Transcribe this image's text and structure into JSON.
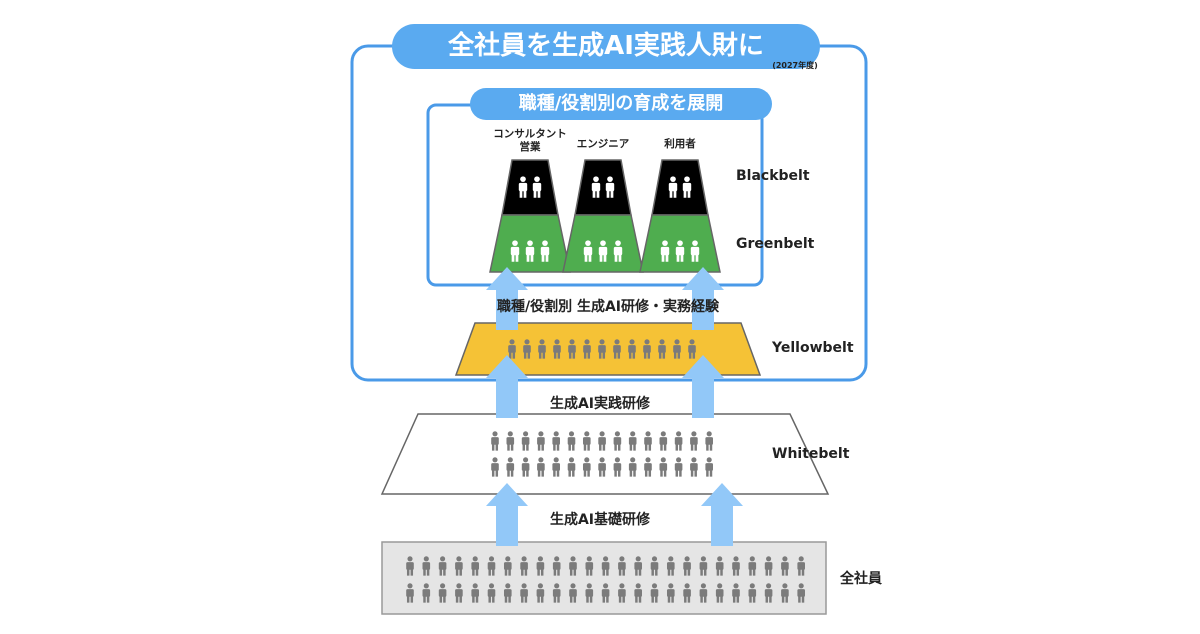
{
  "header": {
    "title": "全社員を生成AI実践人財に",
    "title_note": "(2027年度)",
    "subtitle": "職種/役割別の育成を展開"
  },
  "columns": {
    "consultant": "コンサルタント\n営業",
    "engineer": "エンジニア",
    "user": "利用者"
  },
  "levels": {
    "blackbelt": "Blackbelt",
    "greenbelt": "Greenbelt",
    "yellowbelt": "Yellowbelt",
    "whitebelt": "Whitebelt",
    "all": "全社員"
  },
  "trainings": {
    "role": "職種/役割別 生成AI研修・実務経験",
    "practice": "生成AI実践研修",
    "basic": "生成AI基礎研修"
  },
  "colors": {
    "frame_blue": "#4a9ae8",
    "banner_blue": "#5aaaf0",
    "arrow_blue": "#92c8f8",
    "yellow": "#f5c236",
    "green": "#4fad4f",
    "black": "#000000",
    "gray": "#e5e5e5",
    "person": "#7b7b7b"
  },
  "icons": {
    "person": "person-icon",
    "arrow": "up-arrow-icon"
  }
}
